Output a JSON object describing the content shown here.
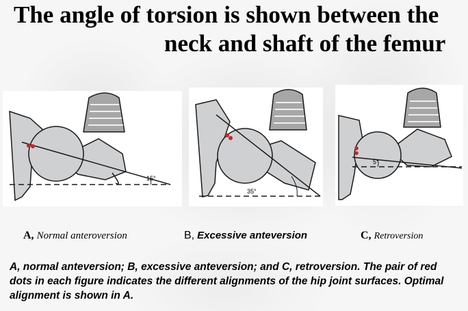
{
  "title": {
    "line1": "The angle of torsion is shown between the",
    "line2": "neck and shaft of the femur"
  },
  "figures": [
    {
      "id": "A",
      "letter": "A,",
      "label": "Normal anteroversion",
      "angle_label": "15°"
    },
    {
      "id": "B",
      "letter": "B,",
      "label": "Excessive anteversion",
      "angle_label": "35°"
    },
    {
      "id": "C",
      "letter": "C,",
      "label": "Retroversion",
      "angle_label": "5°"
    }
  ],
  "description": "A, normal anteversion; B, excessive anteversion; and C, retroversion.  The pair of red dots in each figure indicates the different alignments of the hip joint surfaces. Optimal alignment is shown in A.",
  "colors": {
    "bone": "#cfd0d2",
    "outline": "#1a1a1a",
    "red_dots": "#c0262c",
    "shoe": "#9a9a9a"
  }
}
